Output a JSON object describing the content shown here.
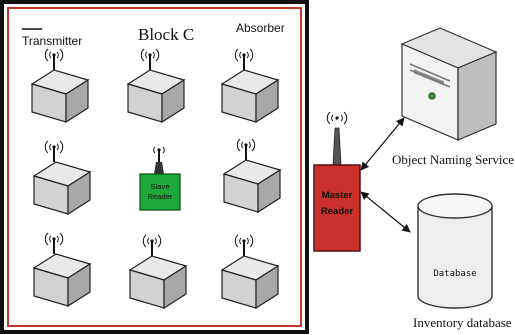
{
  "block": {
    "title": "Block C",
    "transmitter_label": "Transmitter",
    "absorber_label": "Absorber"
  },
  "slave_reader": {
    "line1": "Slave",
    "line2": "Reader"
  },
  "master_reader": {
    "line1": "Master",
    "line2": "Reader"
  },
  "ons": {
    "label": "Object Naming Service"
  },
  "database": {
    "inner_label": "Database",
    "label": "Inventory database"
  },
  "colors": {
    "block_border_outer": "#111111",
    "block_border_inner": "#c0392b",
    "slave_reader_fill": "#1ea83a",
    "master_reader_fill": "#c9302c",
    "tag_box_top": "#e8e8e8",
    "tag_box_front": "#cfcfcf",
    "tag_box_side": "#a9a9a9"
  },
  "icons": {
    "tag": "rfid-tag-box-icon",
    "antenna": "antenna-signal-icon",
    "server": "server-tower-icon",
    "database": "database-cylinder-icon"
  }
}
